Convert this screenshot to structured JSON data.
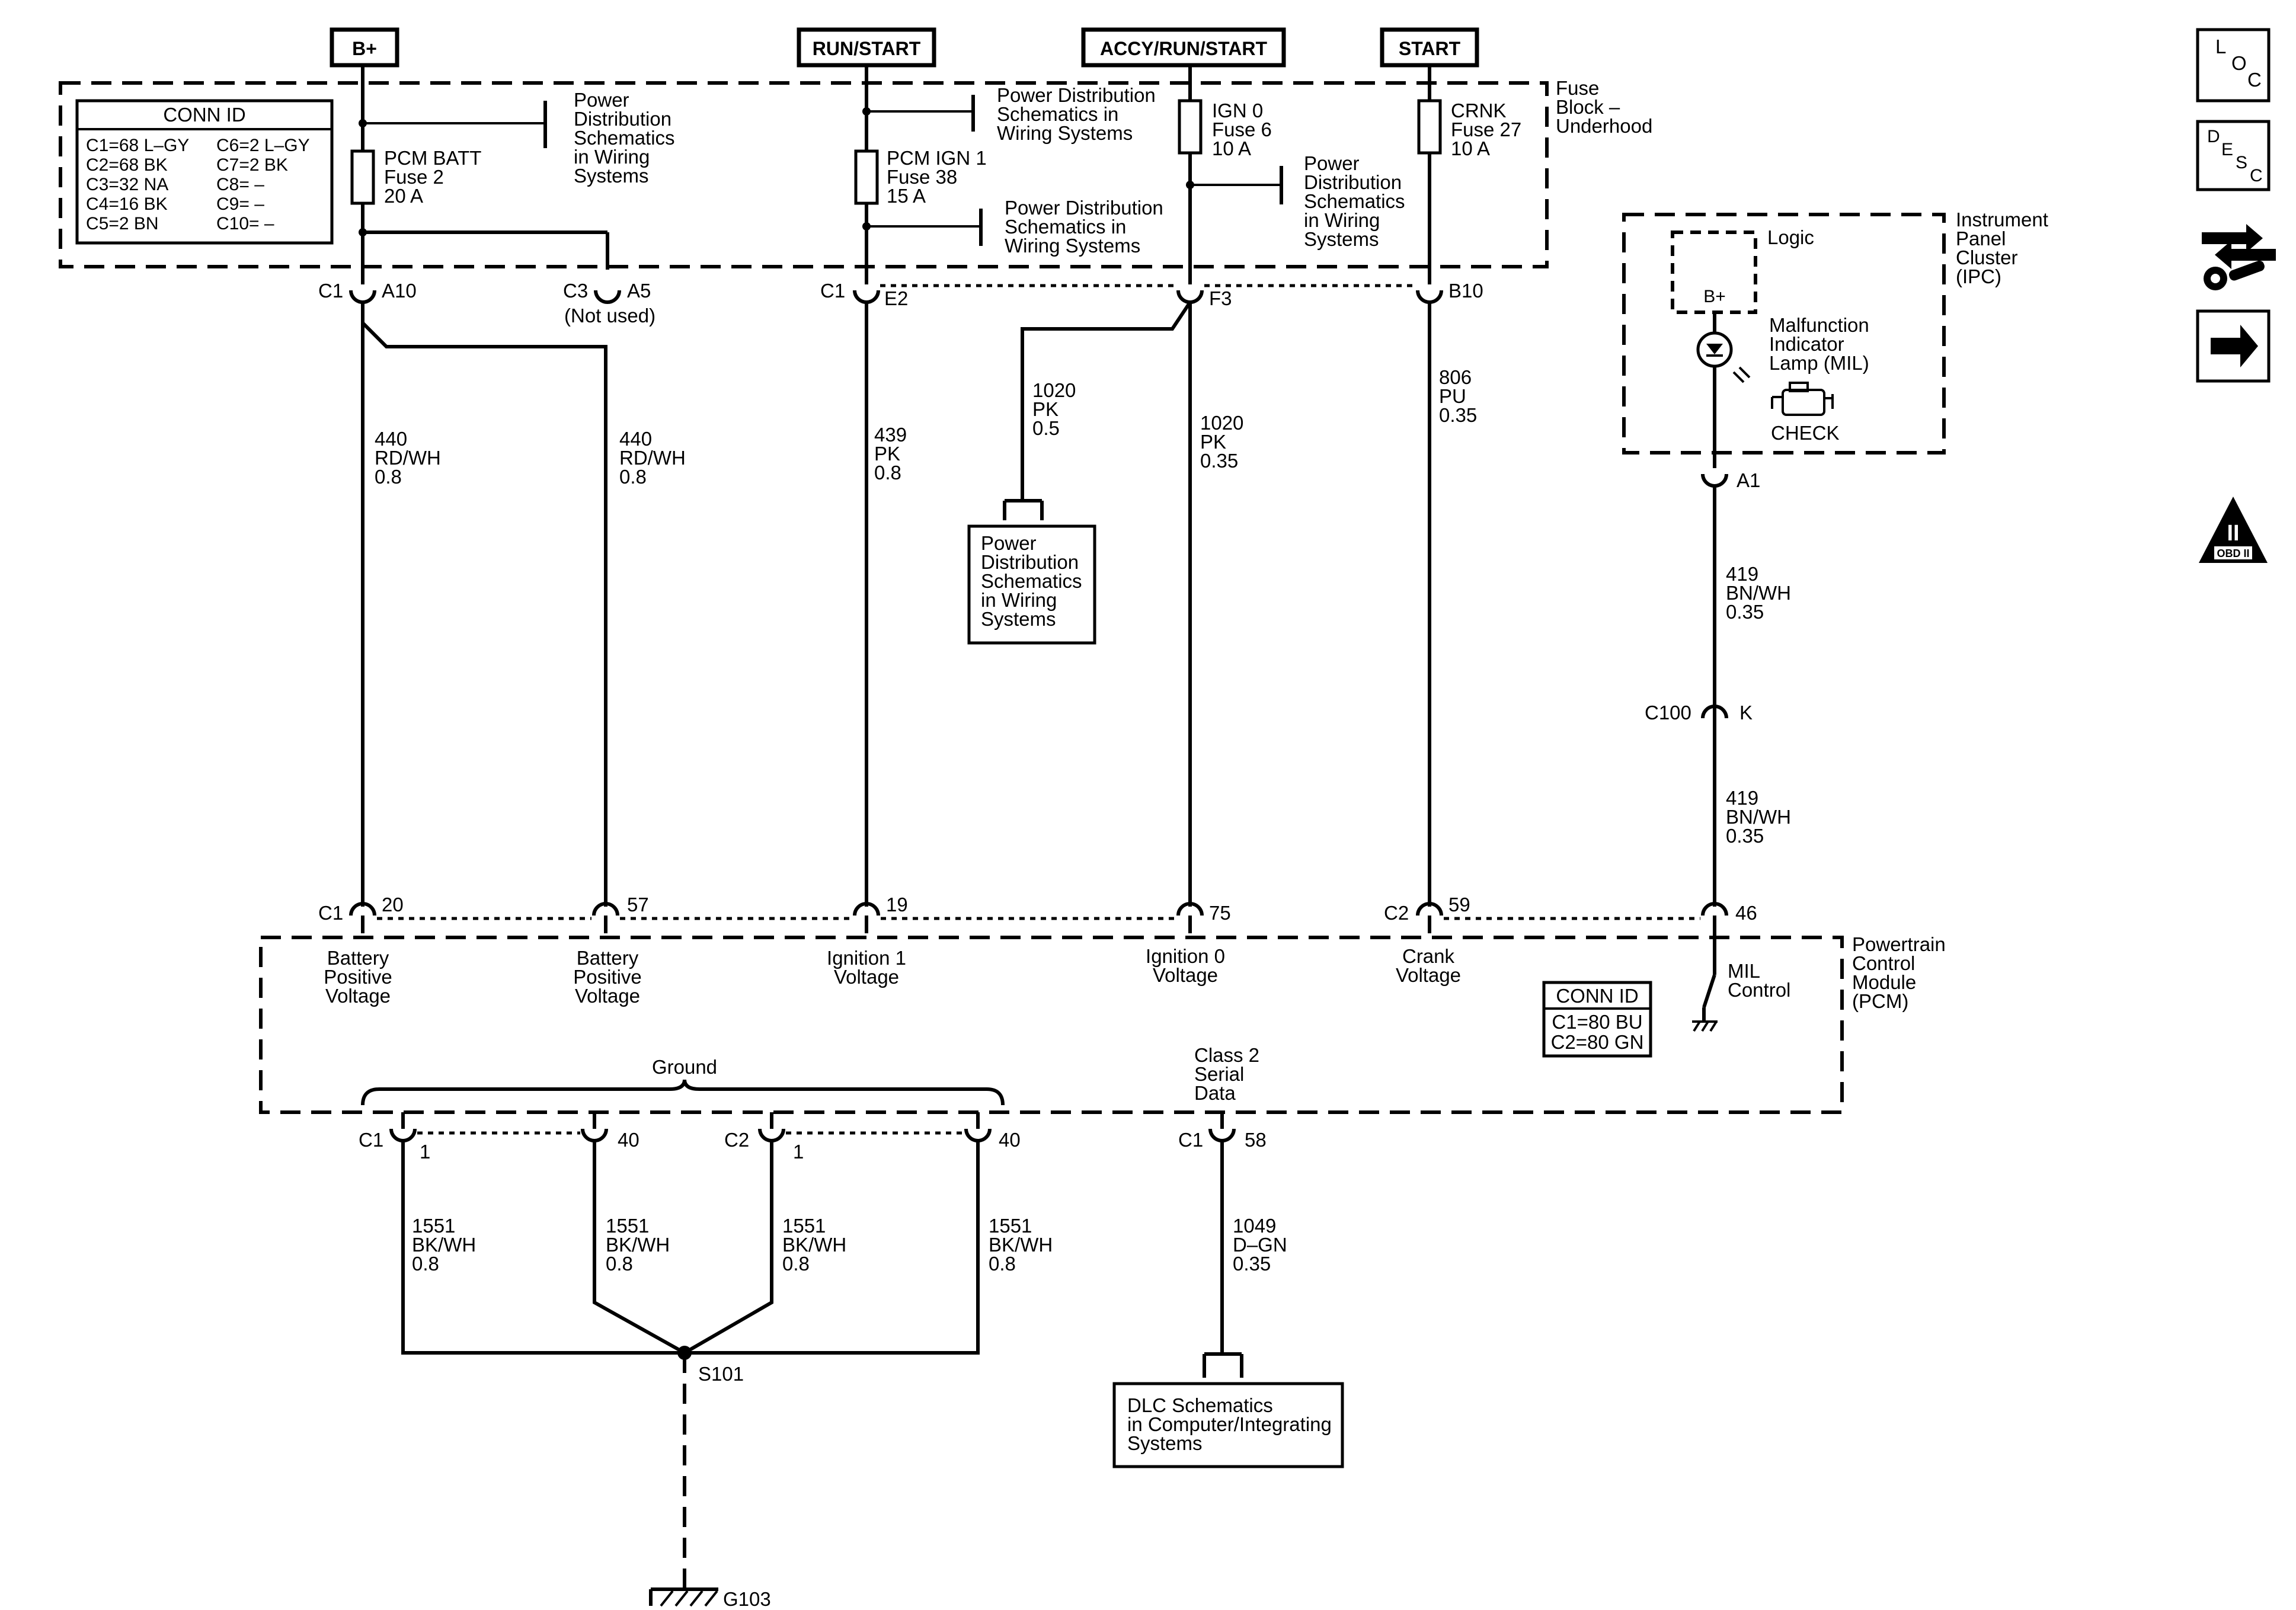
{
  "power_sources": {
    "b_plus": "B+",
    "run_start": "RUN/START",
    "accy_run_start": "ACCY/RUN/START",
    "start": "START"
  },
  "fuse_block": {
    "label_lines": [
      "Fuse",
      "Block –",
      "Underhood"
    ],
    "conn_id": {
      "title": "CONN ID",
      "left": [
        "C1=68 L–GY",
        "C2=68 BK",
        "C3=32 NA",
        "C4=16 BK",
        "C5=2 BN"
      ],
      "right": [
        "C6=2 L–GY",
        "C7=2 BK",
        "C8= –",
        "C9= –",
        "C10= –"
      ]
    },
    "fuses": {
      "pcm_batt": [
        "PCM BATT",
        "Fuse 2",
        "20 A"
      ],
      "pcm_ign1": [
        "PCM IGN 1",
        "Fuse 38",
        "15 A"
      ],
      "ign0": [
        "IGN 0",
        "Fuse 6",
        "10 A"
      ],
      "crnk": [
        "CRNK",
        "Fuse 27",
        "10 A"
      ]
    },
    "refs": {
      "power_dist_1": [
        "Power",
        "Distribution",
        "Schematics",
        "in Wiring",
        "Systems"
      ],
      "power_dist_2": [
        "Power Distribution",
        "Schematics in",
        "Wiring Systems"
      ],
      "power_dist_3": [
        "Power Distribution",
        "Schematics in",
        "Wiring Systems"
      ],
      "power_dist_4": [
        "Power",
        "Distribution",
        "Schematics",
        "in Wiring",
        "Systems"
      ]
    }
  },
  "fuse_block_pins": {
    "c1_a": "C1",
    "a10": "A10",
    "c3": "C3",
    "a5": "A5",
    "not_used": "(Not used)",
    "c1_e": "C1",
    "e2": "E2",
    "f3": "F3",
    "b10": "B10"
  },
  "wires": {
    "w440a": [
      "440",
      "RD/WH",
      "0.8"
    ],
    "w440b": [
      "440",
      "RD/WH",
      "0.8"
    ],
    "w439": [
      "439",
      "PK",
      "0.8"
    ],
    "w1020a": [
      "1020",
      "PK",
      "0.5"
    ],
    "w1020b": [
      "1020",
      "PK",
      "0.35"
    ],
    "w806": [
      "806",
      "PU",
      "0.35"
    ],
    "w419a": [
      "419",
      "BN/WH",
      "0.35"
    ],
    "w419b": [
      "419",
      "BN/WH",
      "0.35"
    ],
    "w1551a": [
      "1551",
      "BK/WH",
      "0.8"
    ],
    "w1551b": [
      "1551",
      "BK/WH",
      "0.8"
    ],
    "w1551c": [
      "1551",
      "BK/WH",
      "0.8"
    ],
    "w1551d": [
      "1551",
      "BK/WH",
      "0.8"
    ],
    "w1049": [
      "1049",
      "D–GN",
      "0.35"
    ]
  },
  "power_dist_box": [
    "Power",
    "Distribution",
    "Schematics",
    "in Wiring",
    "Systems"
  ],
  "ipc": {
    "label_lines": [
      "Instrument",
      "Panel",
      "Cluster",
      "(IPC)"
    ],
    "logic": "Logic",
    "b_plus": "B+",
    "mil_lines": [
      "Malfunction",
      "Indicator",
      "Lamp (MIL)"
    ],
    "check": "CHECK",
    "pin_a1": "A1"
  },
  "c100": {
    "name": "C100",
    "pin": "K"
  },
  "pcm": {
    "label_lines": [
      "Powertrain",
      "Control",
      "Module",
      "(PCM)"
    ],
    "conn_id": {
      "title": "CONN ID",
      "lines": [
        "C1=80 BU",
        "C2=80 GN"
      ]
    },
    "top_pins": {
      "c1": "C1",
      "p20": "20",
      "p57": "57",
      "p19": "19",
      "p75": "75",
      "c2": "C2",
      "p59": "59",
      "p46": "46"
    },
    "inputs": {
      "batt1": [
        "Battery",
        "Positive",
        "Voltage"
      ],
      "batt2": [
        "Battery",
        "Positive",
        "Voltage"
      ],
      "ign1": [
        "Ignition 1",
        "Voltage"
      ],
      "ign0": [
        "Ignition 0",
        "Voltage"
      ],
      "crank": [
        "Crank",
        "Voltage"
      ],
      "mil": [
        "MIL",
        "Control"
      ]
    },
    "ground_label": "Ground",
    "class2": [
      "Class 2",
      "Serial",
      "Data"
    ],
    "bottom_pins": {
      "c1a": "C1",
      "p1a": "1",
      "p40a": "40",
      "c2": "C2",
      "p1b": "1",
      "p40b": "40",
      "c1b": "C1",
      "p58": "58"
    }
  },
  "splice": "S101",
  "ground": "G103",
  "dlc_box": [
    "DLC Schematics",
    "in Computer/Integrating",
    "Systems"
  ],
  "side_icons": {
    "loc": [
      "L",
      "O",
      "C"
    ],
    "desc": [
      "D",
      "E",
      "S",
      "C"
    ],
    "obd": [
      "II",
      "OBD II"
    ]
  }
}
